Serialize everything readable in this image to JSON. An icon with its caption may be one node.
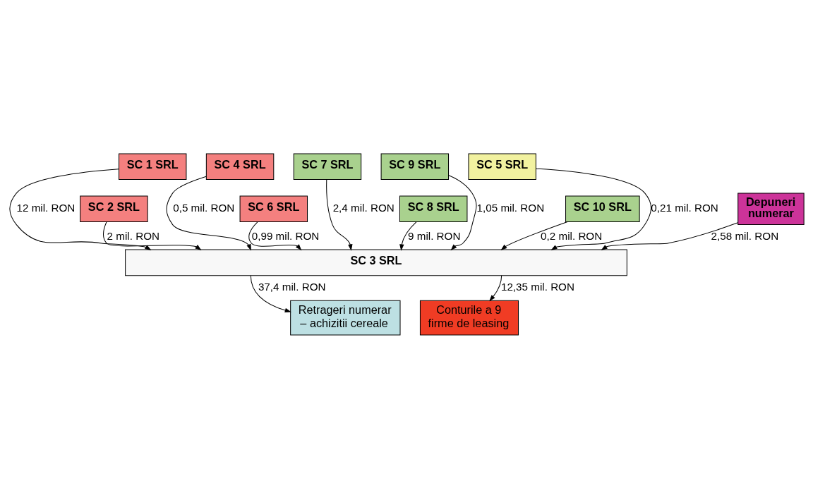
{
  "diagram": {
    "nodes": [
      {
        "text": [
          "SC 1 SRL"
        ]
      },
      {
        "text": [
          "SC 4 SRL"
        ]
      },
      {
        "text": [
          "SC 7 SRL"
        ]
      },
      {
        "text": [
          "SC 9 SRL"
        ]
      },
      {
        "text": [
          "SC 5 SRL"
        ]
      },
      {
        "text": [
          "SC 2 SRL"
        ]
      },
      {
        "text": [
          "SC 6 SRL"
        ]
      },
      {
        "text": [
          "SC 8 SRL"
        ]
      },
      {
        "text": [
          "SC 10 SRL"
        ]
      },
      {
        "text": [
          "Depuneri numerar"
        ]
      },
      {
        "text": [
          "SC 3 SRL"
        ]
      },
      {
        "text": [
          "Retrageri numerar – achizitii cereale"
        ]
      },
      {
        "text": [
          "Conturile a 9 firme de leasing"
        ]
      }
    ],
    "edges": [
      {
        "from": 0,
        "to": 10,
        "arrow": "to",
        "label": "12 mil. RON"
      },
      {
        "from": 5,
        "to": 10,
        "arrow": "to",
        "label": "2 mil. RON"
      },
      {
        "from": 1,
        "to": 10,
        "arrow": "to",
        "label": "0,5 mil. RON"
      },
      {
        "from": 6,
        "to": 10,
        "arrow": "to",
        "label": "0,99 mil. RON"
      },
      {
        "from": 2,
        "to": 10,
        "arrow": "to",
        "label": "2,4 mil. RON"
      },
      {
        "from": 7,
        "to": 10,
        "arrow": "to",
        "label": "9 mil. RON"
      },
      {
        "from": 3,
        "to": 10,
        "arrow": "to",
        "label": "1,05 mil. RON"
      },
      {
        "from": 8,
        "to": 10,
        "arrow": "to",
        "label": "0,2 mil. RON"
      },
      {
        "from": 4,
        "to": 10,
        "arrow": "to",
        "label": "0,21 mil. RON"
      },
      {
        "from": 9,
        "to": 10,
        "arrow": "to",
        "label": "2,58 mil. RON"
      },
      {
        "from": 10,
        "to": 11,
        "arrow": "to",
        "label": "37,4 mil. RON"
      },
      {
        "from": 10,
        "to": 12,
        "arrow": "to",
        "label": "12,35 mil. RON"
      }
    ]
  }
}
